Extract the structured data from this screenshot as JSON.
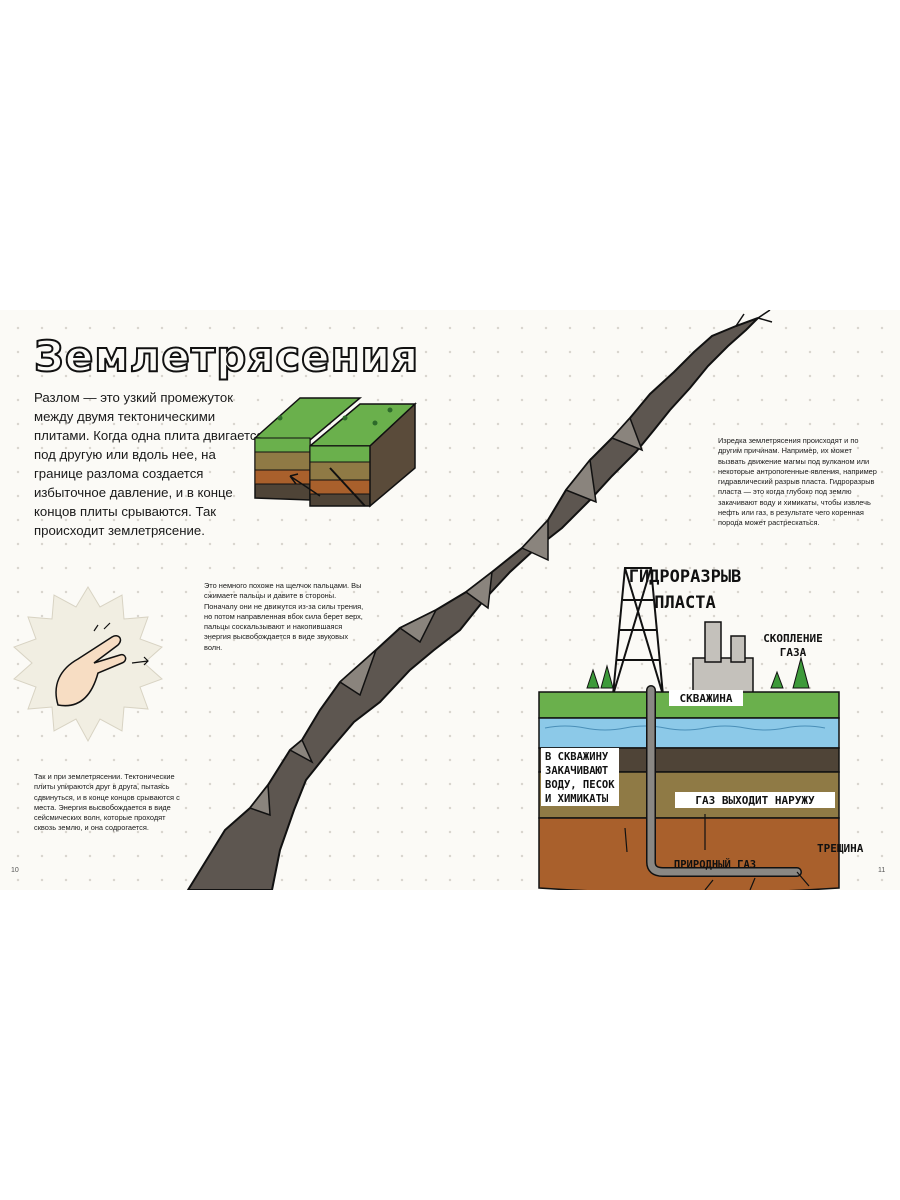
{
  "page": {
    "title": "Землетрясения",
    "main_text": "Разлом — это узкий промежуток между двумя тектоническими плитами. Когда одна плита двигается под другую или вдоль нее, на границе разлома создается избыточное давление, и в конце концов плиты срываются. Так происходит землетрясение.",
    "note_snap": "Это немного похоже на щелчок пальцами. Вы сжимаете пальцы и давите в стороны. Поначалу они не движутся из-за силы трения, но потом направленная вбок сила берет верх, пальцы соскальзывают и накопившаяся энергия высвобождается в виде звуковых волн.",
    "note_plates": "Так и при землетрясении. Тектонические плиты упираются друг в друга, пытаясь сдвинуться, и в конце концов срываются с места. Энергия высвобождается в виде сейсмических волн, которые проходят сквозь землю, и она содрогается.",
    "note_fracking": "Изредка землетрясения происходят и по другим причинам. Например, их может вызвать движение магмы под вулканом или некоторые антропогенные явления, например гидравлический разрыв пласта. Гидроразрыв пласта — это когда глубоко под землю закачивают воду и химикаты, чтобы извлечь нефть или газ, в результате чего коренная порода может растрескаться.",
    "page_left": "10",
    "page_right": "11"
  },
  "diagram": {
    "title_line1": "ГИДРОРАЗРЫВ",
    "title_line2": "ПЛАСТА",
    "gas_line1": "СКОПЛЕНИЕ",
    "gas_line2": "ГАЗА",
    "well": "СКВАЖИНА",
    "inject_line1": "В СКВАЖИНУ",
    "inject_line2": "ЗАКАЧИВАЮТ",
    "inject_line3": "ВОДУ, ПЕСОК",
    "inject_line4": "И ХИМИКАТЫ",
    "gas_out": "ГАЗ ВЫХОДИТ НАРУЖУ",
    "natural_gas": "ПРИРОДНЫЙ ГАЗ",
    "crack": "ТРЕЩИНА"
  },
  "colors": {
    "rock": "#5d5650",
    "grass": "#6ab04c",
    "water": "#8cc9e8",
    "soil_dark": "#4f4437",
    "soil_mid": "#8f7a45",
    "soil_deep": "#a9602c",
    "pipe": "#8a8884"
  }
}
